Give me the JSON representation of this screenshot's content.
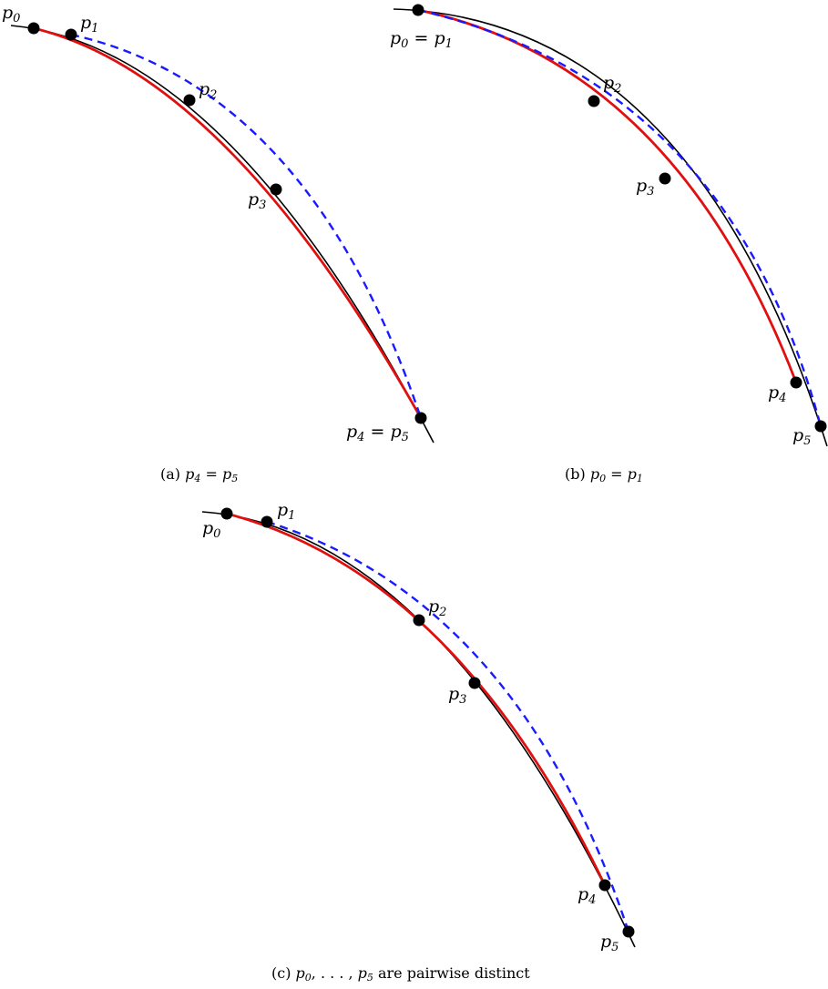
{
  "colors": {
    "black_curve": "#000000",
    "red_curve": "#e01010",
    "blue_dashed_curve": "#1a1aff",
    "points": "#000000"
  },
  "panels": [
    {
      "caption_tag": "(a)",
      "caption_expr": [
        "p",
        "4",
        " = ",
        "p",
        "5"
      ],
      "labels": {
        "p0": [
          "p",
          "0"
        ],
        "p1": [
          "p",
          "1"
        ],
        "p2": [
          "p",
          "2"
        ],
        "p3": [
          "p",
          "3"
        ],
        "p45": [
          "p",
          "4",
          " = ",
          "p",
          "5"
        ]
      }
    },
    {
      "caption_tag": "(b)",
      "caption_expr": [
        "p",
        "0",
        " = ",
        "p",
        "1"
      ],
      "labels": {
        "p01": [
          "p",
          "0",
          " = ",
          "p",
          "1"
        ],
        "p2": [
          "p",
          "2"
        ],
        "p3": [
          "p",
          "3"
        ],
        "p4": [
          "p",
          "4"
        ],
        "p5": [
          "p",
          "5"
        ]
      }
    },
    {
      "caption_tag": "(c)",
      "caption_expr": [
        "p",
        "0",
        ", . . . , ",
        "p",
        "5",
        " are pairwise distinct"
      ],
      "labels": {
        "p0": [
          "p",
          "0"
        ],
        "p1": [
          "p",
          "1"
        ],
        "p2": [
          "p",
          "2"
        ],
        "p3": [
          "p",
          "3"
        ],
        "p4": [
          "p",
          "4"
        ],
        "p5": [
          "p",
          "5"
        ]
      }
    }
  ]
}
